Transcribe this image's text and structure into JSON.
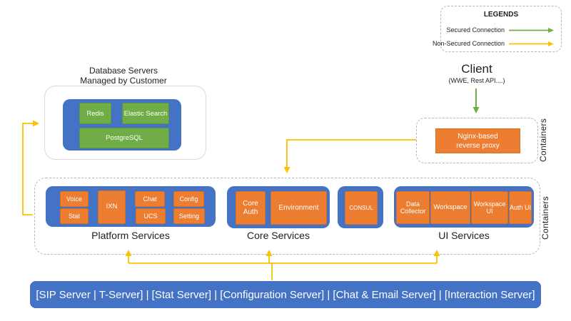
{
  "diagram": {
    "legend": {
      "title": "LEGENDS",
      "secured_label": "Secured Connection",
      "nonsecured_label": "Non-Secured Connection"
    },
    "client": {
      "title": "Client",
      "subtitle": "(WWE, Rest API....)"
    },
    "database": {
      "title": "Database Servers\nManaged by Customer",
      "redis": "Redis",
      "elastic": "Elastic Search",
      "postgres": "PostgreSQL"
    },
    "proxy": {
      "label": "Nginx-based\nreverse proxy"
    },
    "containers_label_top": "Containers",
    "containers_label_bottom": "Containers",
    "platform": {
      "label": "Platform Services",
      "voice": "Voice",
      "stat": "Stat",
      "ixn": "IXN",
      "chat": "Chat",
      "ucs": "UCS",
      "config": "Config",
      "setting": "Setting"
    },
    "core": {
      "label": "Core Services",
      "core_auth": "Core Auth",
      "environment": "Environment"
    },
    "consul": {
      "label": "CONSUL"
    },
    "ui": {
      "label": "UI Services",
      "data_collector": "Data Collector",
      "workspace": "Workspace",
      "workspace_ui": "Workspace UI",
      "auth_ui": "Auth UI"
    },
    "bottom_bar": "[SIP Server | T-Server] | [Stat Server] | [Configuration Server] | [Chat & Email Server] | [Interaction Server]",
    "colors": {
      "blue": "#4472C4",
      "orange": "#ED7D31",
      "green": "#70AD47",
      "yellow": "#FFC000",
      "dashed_border": "#A9B8D8",
      "light_gray_border": "#D9D9D9"
    }
  }
}
